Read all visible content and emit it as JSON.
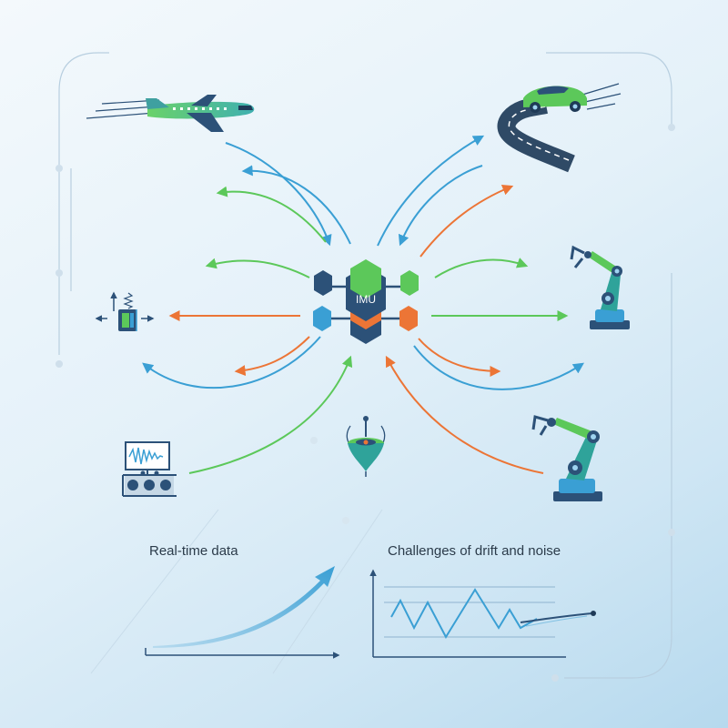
{
  "hub": {
    "label": "IMU"
  },
  "captions": {
    "left": "Real-time data",
    "right": "Challenges of drift and noise"
  },
  "colors": {
    "blue": "#3a9fd4",
    "green": "#5cc85a",
    "orange": "#ec7536",
    "navy": "#2c5178",
    "teal": "#2fa39a"
  },
  "icons": [
    "airplane-icon",
    "car-on-road-icon",
    "robot-arm-icon",
    "robot-arm-icon",
    "accelerometer-icon",
    "oscilloscope-icon",
    "gyroscope-top-icon",
    "imu-hub-icon"
  ]
}
